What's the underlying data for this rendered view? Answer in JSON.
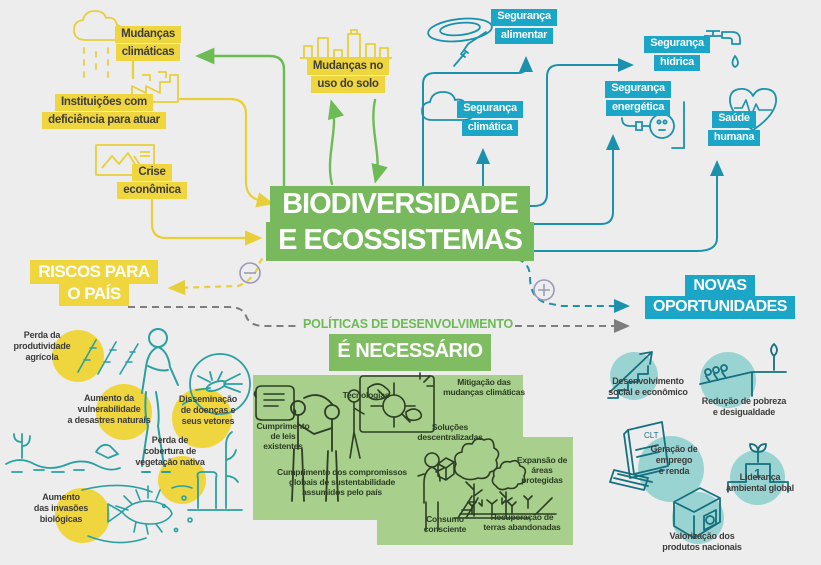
{
  "colors": {
    "background": "#ededed",
    "yellow": "#f0d63e",
    "teal_box": "#1ba5c6",
    "teal_circle": "#9ad4d2",
    "teal_line": "#1b91ad",
    "teal_sketch": "#2aa0a2",
    "green_box": "#77b95c",
    "green_panel": "#a8cf8c",
    "green_line": "#6cbb55",
    "yellow_line": "#e8cf39",
    "gray_line": "#7d7d7d",
    "plus_minus": "#9a9ab8",
    "dark_text": "#3c3c3b",
    "sketch_dark_green": "#2c3e24"
  },
  "center": {
    "line1": "BIODIVERSIDADE",
    "line2": "E ECOSSISTEMAS"
  },
  "pressures": {
    "climate_change": {
      "lines": [
        "Mudanças",
        "climáticas"
      ]
    },
    "weak_institutions": {
      "lines": [
        "Instituições com",
        "deficiência para atuar"
      ]
    },
    "economic_crisis": {
      "lines": [
        "Crise",
        "econômica"
      ]
    },
    "land_use_change": {
      "lines": [
        "Mudanças no",
        "uso do solo"
      ]
    }
  },
  "securities": {
    "food": {
      "lines": [
        "Segurança",
        "alimentar"
      ]
    },
    "climate": {
      "lines": [
        "Segurança",
        "climática"
      ]
    },
    "water": {
      "lines": [
        "Segurança",
        "hídrica"
      ]
    },
    "energy": {
      "lines": [
        "Segurança",
        "energética"
      ]
    },
    "health": {
      "lines": [
        "Saúde",
        "humana"
      ]
    }
  },
  "risks": {
    "title_lines": [
      "RISCOS PARA",
      "O PAÍS"
    ],
    "items": [
      {
        "label": "Perda da\nprodutividade\nagrícola"
      },
      {
        "label": "Aumento da\nvulnerabilidade\na desastres naturais"
      },
      {
        "label": "Disseminação\nde doenças e\nseus vetores"
      },
      {
        "label": "Perda de\ncobertura de\nvegetação nativa"
      },
      {
        "label": "Aumento\ndas invasões\nbiológicas"
      }
    ]
  },
  "opportunities": {
    "title_lines": [
      "NOVAS",
      "OPORTUNIDADES"
    ],
    "items": [
      {
        "label": "Desenvolvimento\nsocial e econômico"
      },
      {
        "label": "Redução de pobreza\ne desigualdade"
      },
      {
        "label": "Geração de\nemprego\ne renda"
      },
      {
        "label": "Liderança\nambiental global"
      },
      {
        "label": "Valorização dos\nprodutos nacionais"
      }
    ]
  },
  "policies": {
    "label": "POLÍTICAS DE DESENVOLVIMENTO",
    "necessary": "É  NECESSÁRIO",
    "items": [
      {
        "label": "Cumprimento\nde leis\nexistentes"
      },
      {
        "label": "Tecnologias"
      },
      {
        "label": "Mitigação das\nmudanças climáticas"
      },
      {
        "label": "Soluções\ndescentralizadas"
      },
      {
        "label": "Cumprimento dos compromissos\nglobais de sustentabilidade\nassumidos pelo país"
      },
      {
        "label": "Expansão de\náreas protegidas"
      },
      {
        "label": "Consumo\nconsciente"
      },
      {
        "label": "Recuperação de\nterras abandonadas"
      }
    ]
  },
  "icon_text": {
    "clt": "CLT",
    "first_place": "1"
  }
}
